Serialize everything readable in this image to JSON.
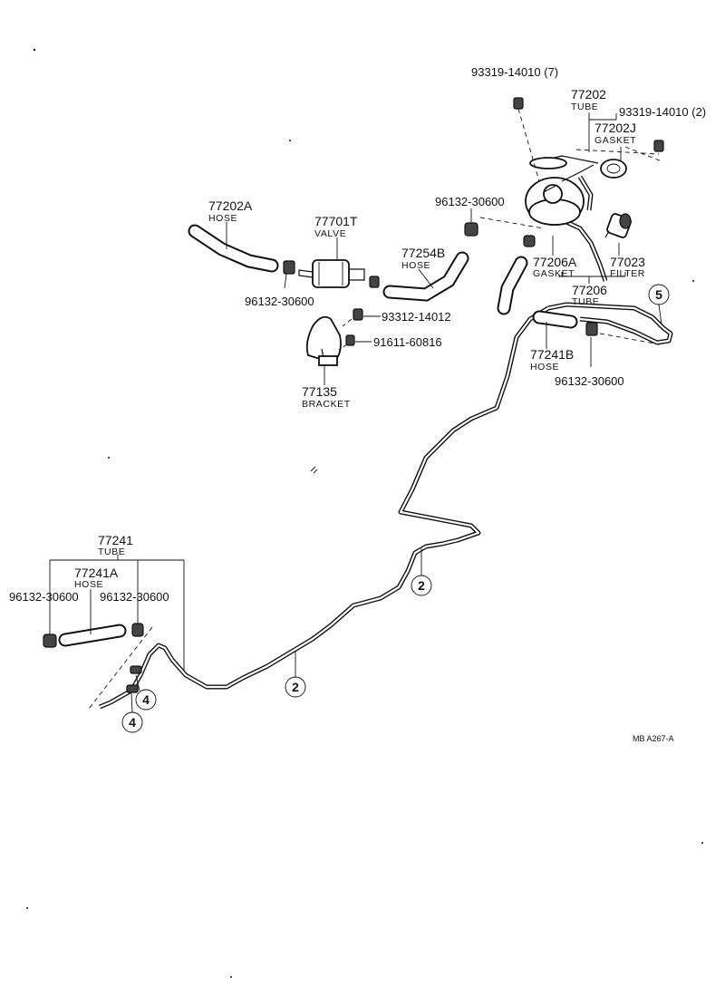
{
  "labels": {
    "bolt_93319_7": "93319-14010 (7)",
    "tube_77202_no": "77202",
    "tube_77202_name": "TUBE",
    "bolt_93319_2": "93319-14010 (2)",
    "gasket_77202J_no": "77202J",
    "gasket_77202J_name": "GASKET",
    "clip_96132_tank": "96132-30600",
    "hose_77202A_no": "77202A",
    "hose_77202A_name": "HOSE",
    "valve_77701T_no": "77701T",
    "valve_77701T_name": "VALVE",
    "hose_77254B_no": "77254B",
    "hose_77254B_name": "HOSE",
    "gasket_77206A_no": "77206A",
    "gasket_77206A_name": "GASKET",
    "filter_77023_no": "77023",
    "filter_77023_name": "FILTER",
    "clip_96132_valve": "96132-30600",
    "tube_77206_no": "77206",
    "tube_77206_name": "TUBE",
    "bolt_93312": "93312-14012",
    "screw_91611": "91611-60816",
    "hose_77241B_no": "77241B",
    "hose_77241B_name": "HOSE",
    "clip_96132_right": "96132-30600",
    "bracket_77135_no": "77135",
    "bracket_77135_name": "BRACKET",
    "tube_77241_no": "77241",
    "tube_77241_name": "TUBE",
    "hose_77241A_no": "77241A",
    "hose_77241A_name": "HOSE",
    "clip_96132_left_a": "96132-30600",
    "clip_96132_left_b": "96132-30600",
    "ref_code": "MB  A267-A"
  },
  "callouts": {
    "c5": "5",
    "c2_upper": "2",
    "c2_lower": "2",
    "c4_upper": "4",
    "c4_lower": "4"
  }
}
